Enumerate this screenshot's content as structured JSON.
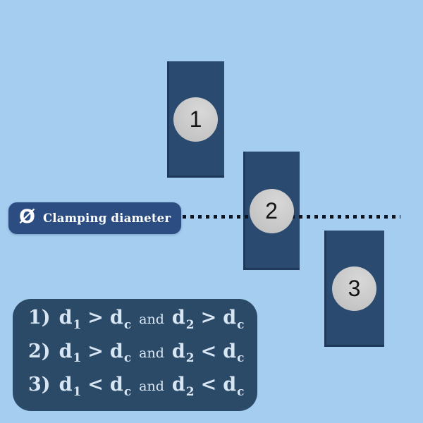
{
  "colors": {
    "background": "#a4cdef",
    "bar_fill": "#2a4a70",
    "circle_fill": "#c6c6c6",
    "circle_text": "#141414",
    "label_bg": "#2c4d82",
    "label_text": "#ffffff",
    "box_bg": "#2b4a67",
    "formula_text": "#d8e5f3",
    "dotted_line": "#0d1422"
  },
  "bars": [
    {
      "number": "1"
    },
    {
      "number": "2"
    },
    {
      "number": "3"
    }
  ],
  "clamping_label": {
    "symbol": "Ø",
    "text": "Clamping diameter"
  },
  "formula_box": {
    "lines": [
      {
        "num": "1)",
        "t1": "d",
        "s1": "1",
        "op1": ">",
        "t2": "d",
        "s2": "c",
        "conj": "and",
        "t3": "d",
        "s3": "2",
        "op2": ">",
        "t4": "d",
        "s4": "c"
      },
      {
        "num": "2)",
        "t1": "d",
        "s1": "1",
        "op1": ">",
        "t2": "d",
        "s2": "c",
        "conj": "and",
        "t3": "d",
        "s3": "2",
        "op2": "<",
        "t4": "d",
        "s4": "c"
      },
      {
        "num": "3)",
        "t1": "d",
        "s1": "1",
        "op1": "<",
        "t2": "d",
        "s2": "c",
        "conj": "and",
        "t3": "d",
        "s3": "2",
        "op2": "<",
        "t4": "d",
        "s4": "c"
      }
    ]
  }
}
